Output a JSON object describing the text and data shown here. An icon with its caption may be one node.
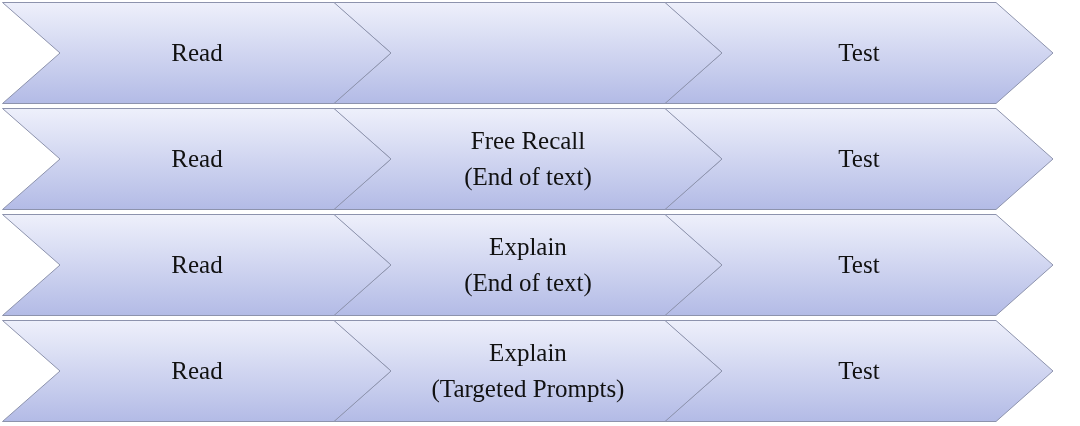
{
  "diagram": {
    "nodes": [
      {
        "text": [
          "Read"
        ]
      },
      {
        "text": [],
        "shape": "chevron"
      },
      {
        "text": [
          "Test"
        ]
      },
      {
        "text": [
          "Read"
        ]
      },
      {
        "text": [
          "Free Recall",
          "(End of text)"
        ]
      },
      {
        "text": [
          "Test"
        ]
      },
      {
        "text": [
          "Read"
        ]
      },
      {
        "text": [
          "Explain",
          "(End of text)"
        ]
      },
      {
        "text": [
          "Test"
        ]
      },
      {
        "text": [
          "Read"
        ]
      },
      {
        "text": [
          "Explain",
          "(Targeted Prompts)"
        ]
      },
      {
        "text": [
          "Test"
        ]
      }
    ]
  }
}
